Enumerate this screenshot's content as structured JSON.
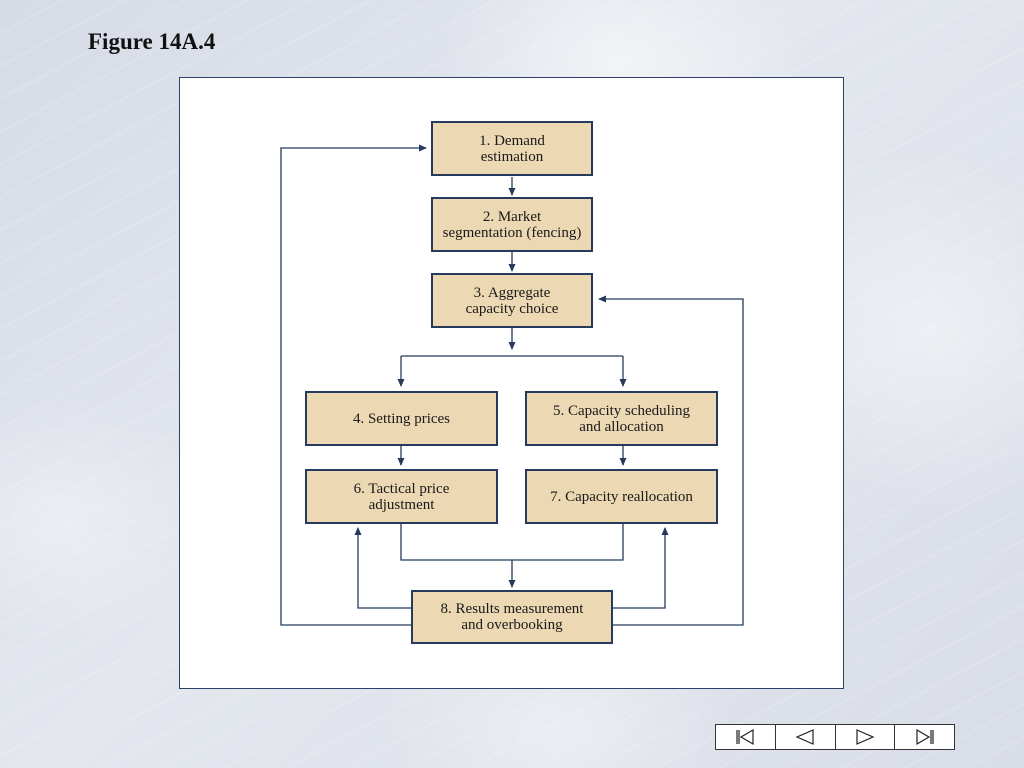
{
  "slide": {
    "title": "Figure 14A.4"
  },
  "diagram": {
    "boxes": {
      "b1": {
        "line1": "1. Demand",
        "line2": "estimation"
      },
      "b2": {
        "line1": "2. Market",
        "line2": "segmentation (fencing)"
      },
      "b3": {
        "line1": "3. Aggregate",
        "line2": "capacity choice"
      },
      "b4": {
        "line1": "4. Setting prices",
        "line2": ""
      },
      "b5": {
        "line1": "5. Capacity scheduling",
        "line2": "and allocation"
      },
      "b6": {
        "line1": "6. Tactical price",
        "line2": "adjustment"
      },
      "b7": {
        "line1": "7. Capacity reallocation",
        "line2": ""
      },
      "b8": {
        "line1": "8. Results measurement",
        "line2": "and overbooking"
      }
    },
    "colors": {
      "box_fill": "#ecd8b3",
      "box_border": "#253a5c",
      "connector": "#253a5c"
    }
  },
  "navigation": {
    "first_icon": "first-slide-icon",
    "prev_icon": "previous-slide-icon",
    "next_icon": "next-slide-icon",
    "last_icon": "last-slide-icon"
  }
}
